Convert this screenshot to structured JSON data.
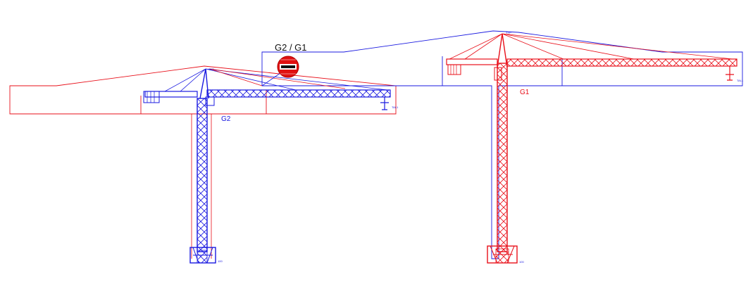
{
  "diagram": {
    "label_g2_g1": "G2 / G1",
    "label_g1": "G1",
    "label_g2": "G2",
    "marker_g2_top": "TYP",
    "marker_g1_top": "TYP",
    "marker_g2_hook": "TAL1",
    "marker_g1_hook": "TAL1",
    "marker_g2_base": "100",
    "marker_g1_base": "100",
    "colors": {
      "crane_g1": "#e8101a",
      "crane_g2": "#1a1ae0",
      "collision_badge": "#e01010",
      "background": "#ffffff"
    },
    "icons": {
      "collision_badge": "collision-warning-icon"
    }
  }
}
